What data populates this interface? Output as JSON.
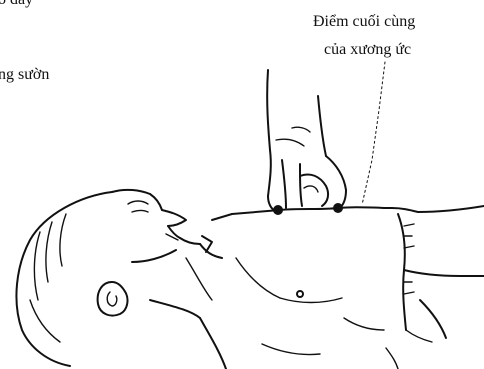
{
  "labels": {
    "top_left_fragment": "o đây",
    "left_fragment": "ng sườn",
    "right_line_1": "Điểm cuối cùng",
    "right_line_2": "của xương ức"
  },
  "colors": {
    "ink": "#111111",
    "background": "#ffffff"
  }
}
